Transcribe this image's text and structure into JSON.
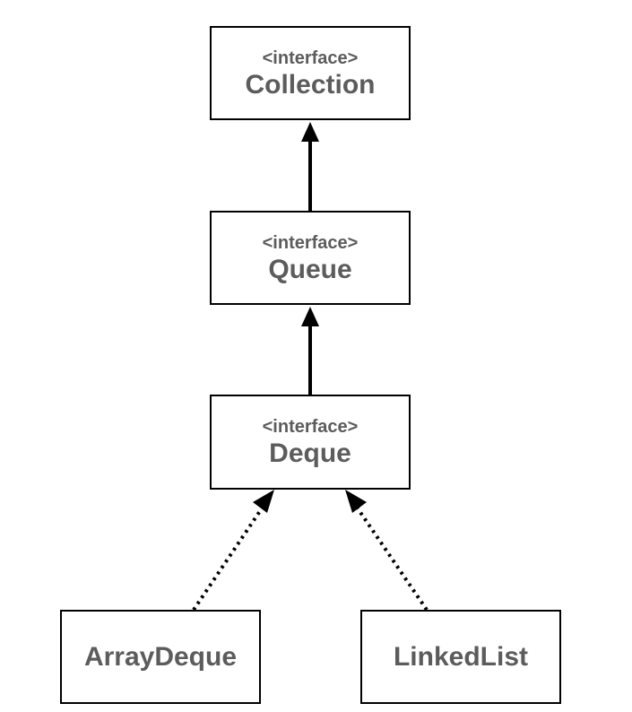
{
  "diagram": {
    "nodes": {
      "collection": {
        "stereotype": "<interface>",
        "name": "Collection"
      },
      "queue": {
        "stereotype": "<interface>",
        "name": "Queue"
      },
      "deque": {
        "stereotype": "<interface>",
        "name": "Deque"
      },
      "arraydeque": {
        "name": "ArrayDeque"
      },
      "linkedlist": {
        "name": "LinkedList"
      }
    },
    "edges": [
      {
        "from": "Queue",
        "to": "Collection",
        "style": "solid"
      },
      {
        "from": "Deque",
        "to": "Queue",
        "style": "solid"
      },
      {
        "from": "ArrayDeque",
        "to": "Deque",
        "style": "dotted"
      },
      {
        "from": "LinkedList",
        "to": "Deque",
        "style": "dotted"
      }
    ],
    "colors": {
      "border": "#000000",
      "text": "#5c5c5c",
      "background": "#ffffff"
    }
  }
}
